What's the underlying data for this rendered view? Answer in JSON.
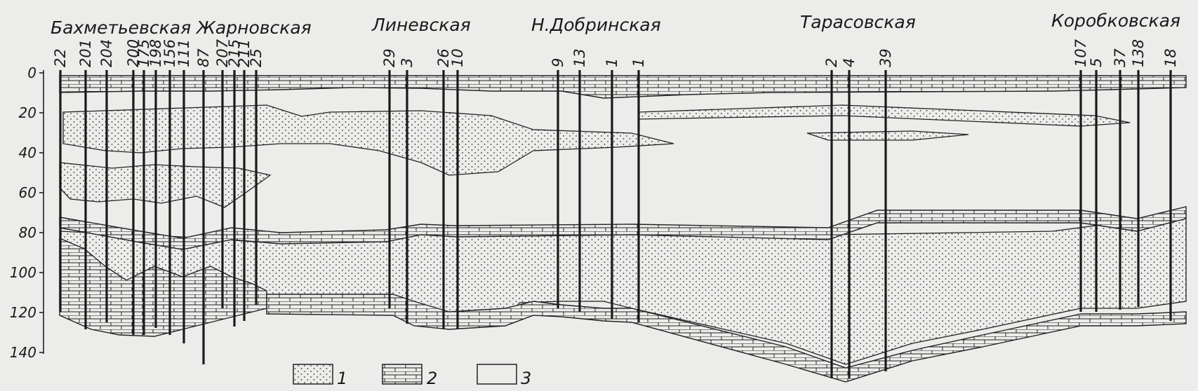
{
  "areas": [
    "Бахметьевская",
    "Жарновская",
    "Линевская",
    "Н.Добринская",
    "Тарасовская",
    "Коробковская"
  ],
  "wells": [
    "22",
    "201",
    "204",
    "200",
    "175",
    "198",
    "156",
    "111",
    "87",
    "207",
    "215",
    "211",
    "25",
    "29",
    "3",
    "26",
    "10",
    "9",
    "13",
    "1",
    "1",
    "2",
    "4",
    "39",
    "107",
    "5",
    "37",
    "138",
    "18"
  ],
  "depth_axis": {
    "ticks": [
      "0",
      "20",
      "40",
      "60",
      "80",
      "100",
      "120",
      "140"
    ],
    "min": 0,
    "max": 140
  },
  "legend": [
    {
      "key": "1",
      "pattern": "dotted"
    },
    {
      "key": "2",
      "pattern": "brick"
    },
    {
      "key": "3",
      "pattern": "blank"
    }
  ],
  "colors": {
    "ink": "#1a1a1a",
    "paper": "#ececea"
  }
}
